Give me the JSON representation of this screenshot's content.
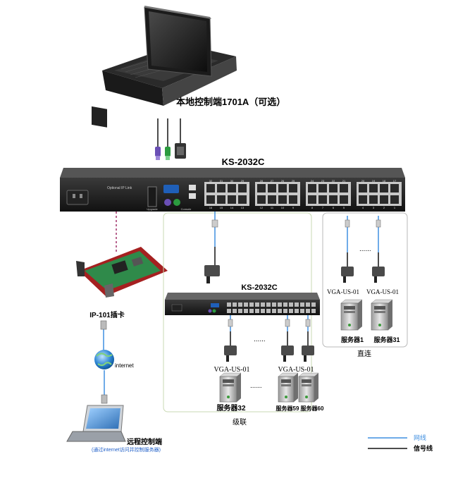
{
  "labels": {
    "local_console": "本地控制端1701A（可选）",
    "main_switch": "KS-2032C",
    "main_panel_text": "Optional IP Link",
    "main_upgrade": "Upgrade",
    "main_console": "Console",
    "cascade_switch": "KS-2032C",
    "ip_card": "IP-101插卡",
    "internet": "internet",
    "remote_console": "远程控制端",
    "remote_console_sub": "(通过internet访问并控制服务器)",
    "cascade": "级联",
    "direct": "直连",
    "dots_cascade_cables": "......",
    "dots_cascade_servers": "......",
    "dots_direct": "......"
  },
  "adapters": {
    "cascade_left": "VGA-US-01",
    "cascade_right": "VGA-US-01",
    "direct_left": "VGA-US-01",
    "direct_right": "VGA-US-01"
  },
  "servers": {
    "cascade_left": "服务器32",
    "cascade_mid": "服务器59",
    "cascade_right": "服务器60",
    "direct_left": "服务器1",
    "direct_right": "服务器31"
  },
  "port_numbers": {
    "top": [
      "32",
      "31",
      "30",
      "29",
      "28",
      "27",
      "26",
      "25",
      "24",
      "23",
      "22",
      "21",
      "20",
      "19",
      "18",
      "17"
    ],
    "bottom": [
      "16",
      "15",
      "14",
      "13",
      "12",
      "11",
      "10",
      "9",
      "8",
      "7",
      "6",
      "5",
      "4",
      "3",
      "2",
      "1"
    ]
  },
  "legend": {
    "network": "网线",
    "signal": "信号线",
    "network_color": "#3f8fe0",
    "signal_color": "#111111"
  }
}
